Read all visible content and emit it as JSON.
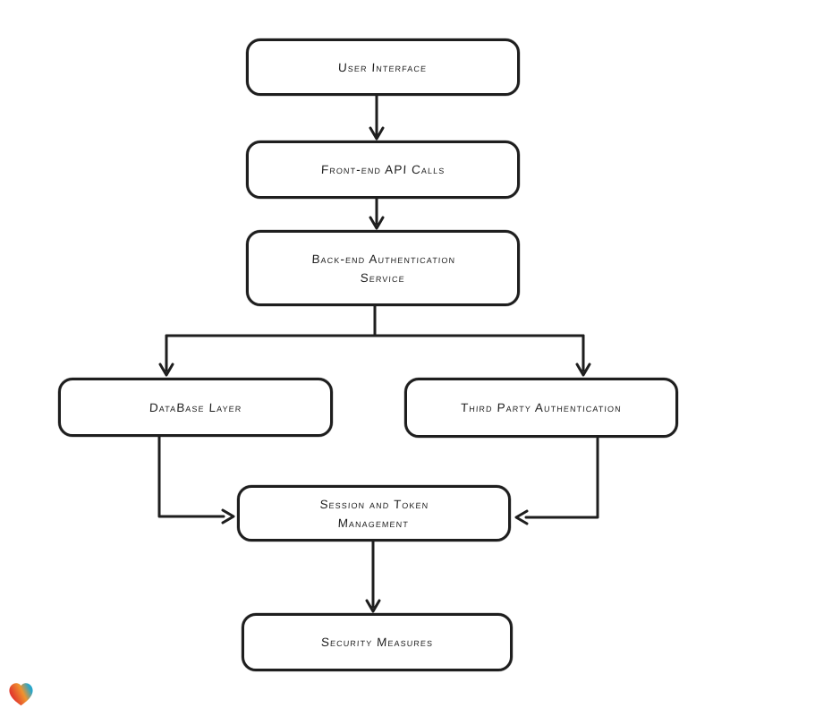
{
  "canvas": {
    "background": "#ffffff",
    "stroke_color": "#1e1e1e"
  },
  "nodes": [
    {
      "id": "user-interface",
      "label": "User Interface"
    },
    {
      "id": "front-end-api-calls",
      "label": "Front-end API Calls"
    },
    {
      "id": "back-end-authentication-service",
      "label": "Back-end Authentication\nService"
    },
    {
      "id": "database-layer",
      "label": "DataBase Layer"
    },
    {
      "id": "third-party-authentication",
      "label": "Third Party Authentication"
    },
    {
      "id": "session-and-token-management",
      "label": "Session and Token\nManagement"
    },
    {
      "id": "security-measures",
      "label": "Security Measures"
    }
  ],
  "edges": [
    {
      "from": "user-interface",
      "to": "front-end-api-calls"
    },
    {
      "from": "front-end-api-calls",
      "to": "back-end-authentication-service"
    },
    {
      "from": "back-end-authentication-service",
      "to": "database-layer"
    },
    {
      "from": "back-end-authentication-service",
      "to": "third-party-authentication"
    },
    {
      "from": "database-layer",
      "to": "session-and-token-management"
    },
    {
      "from": "third-party-authentication",
      "to": "session-and-token-management"
    },
    {
      "from": "session-and-token-management",
      "to": "security-measures"
    }
  ],
  "logo": {
    "name": "heart-watermark",
    "colors": {
      "red": "#e23b2e",
      "orange": "#f0932e",
      "teal": "#2aa6c9"
    }
  }
}
